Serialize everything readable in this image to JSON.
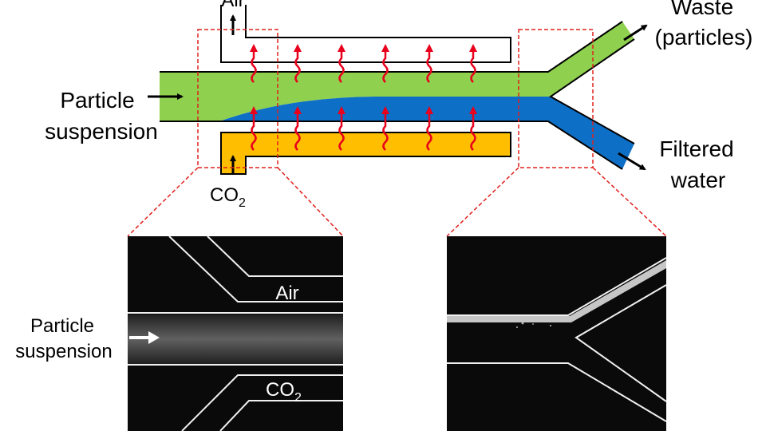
{
  "labels": {
    "air_top": "Air",
    "waste_line1": "Waste",
    "waste_line2": "(particles)",
    "particle_line1": "Particle",
    "particle_line2": "suspension",
    "co2_main": "CO",
    "co2_sub": "2",
    "filtered_line1": "Filtered",
    "filtered_line2": "water",
    "inset_air": "Air",
    "inset_co2_main": "CO",
    "inset_co2_sub": "2",
    "inset_particle_line1": "Particle",
    "inset_particle_line2": "suspension"
  },
  "colors": {
    "suspension_stream": "#8fd14f",
    "water_stream": "#0e6fc6",
    "co2_channel": "#ffbe00",
    "air_channel": "#ffffff",
    "diffusion_arrows": "#e8001c",
    "zoom_box": "#e0201c",
    "micrograph_background": "#0a0a0a"
  },
  "icons": {
    "flow_arrows": "arrow-icon",
    "diffusion": "wavy-arrow-icon"
  }
}
